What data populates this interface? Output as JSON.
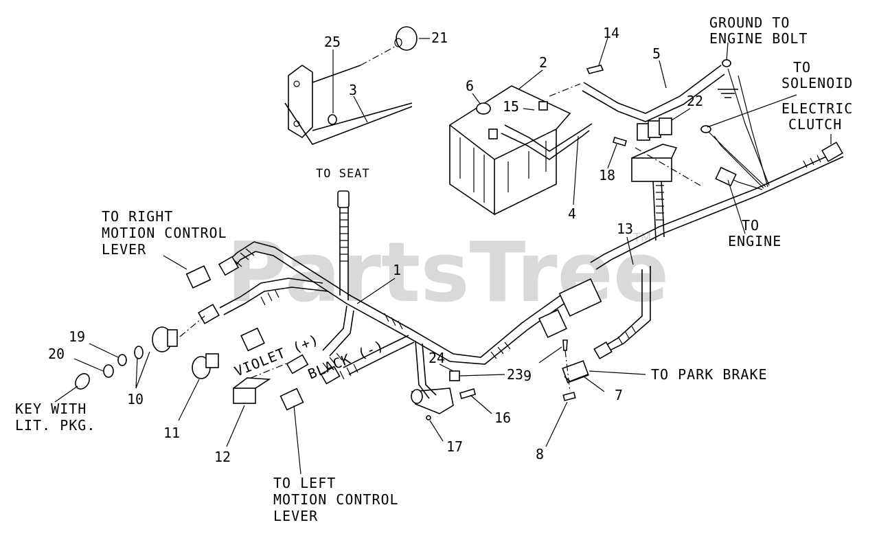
{
  "watermark": {
    "text": "PartsTree",
    "tm": "TM"
  },
  "labels": {
    "ground_to": "GROUND TO",
    "engine_bolt": "ENGINE BOLT",
    "to_solenoid_1": "TO",
    "to_solenoid_2": "SOLENOID",
    "electric": "ELECTRIC",
    "clutch": "CLUTCH",
    "to_seat": "TO SEAT",
    "to_right_1": "TO RIGHT",
    "to_right_2": "MOTION CONTROL",
    "to_right_3": "LEVER",
    "to_engine_1": "TO",
    "to_engine_2": "ENGINE",
    "violet": "VIOLET (+)",
    "black": "BLACK (-)",
    "to_park_brake": "TO PARK BRAKE",
    "key_1": "KEY WITH",
    "key_2": "LIT. PKG.",
    "to_left_1": "TO LEFT",
    "to_left_2": "MOTION CONTROL",
    "to_left_3": "LEVER"
  },
  "callouts": {
    "n1": "1",
    "n2": "2",
    "n3": "3",
    "n4": "4",
    "n5": "5",
    "n6": "6",
    "n7": "7",
    "n8": "8",
    "n9": "9",
    "n10": "10",
    "n11": "11",
    "n12": "12",
    "n13": "13",
    "n14": "14",
    "n15": "15",
    "n16": "16",
    "n17": "17",
    "n18": "18",
    "n19": "19",
    "n20": "20",
    "n21": "21",
    "n22": "22",
    "n23": "23",
    "n24": "24",
    "n25": "25"
  }
}
